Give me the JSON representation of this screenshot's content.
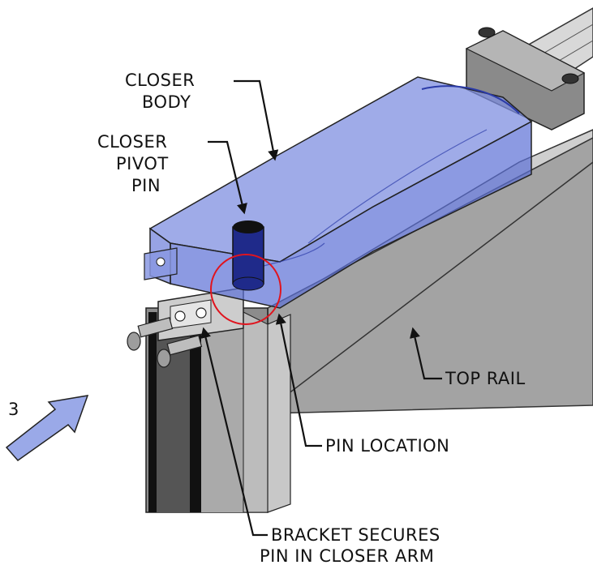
{
  "step_number": "3",
  "labels": {
    "closer_body": [
      "CLOSER",
      "BODY"
    ],
    "closer_pivot_pin": [
      "CLOSER",
      "PIVOT",
      "PIN"
    ],
    "top_rail": "TOP RAIL",
    "pin_location": "PIN LOCATION",
    "bracket": [
      "BRACKET SECURES",
      "PIN IN CLOSER ARM"
    ]
  },
  "colors": {
    "closer_body": "#5b6fd6",
    "highlight_circle": "#e0141e",
    "arrow": "#9aa9e8",
    "rail": "#9a9a9a"
  }
}
